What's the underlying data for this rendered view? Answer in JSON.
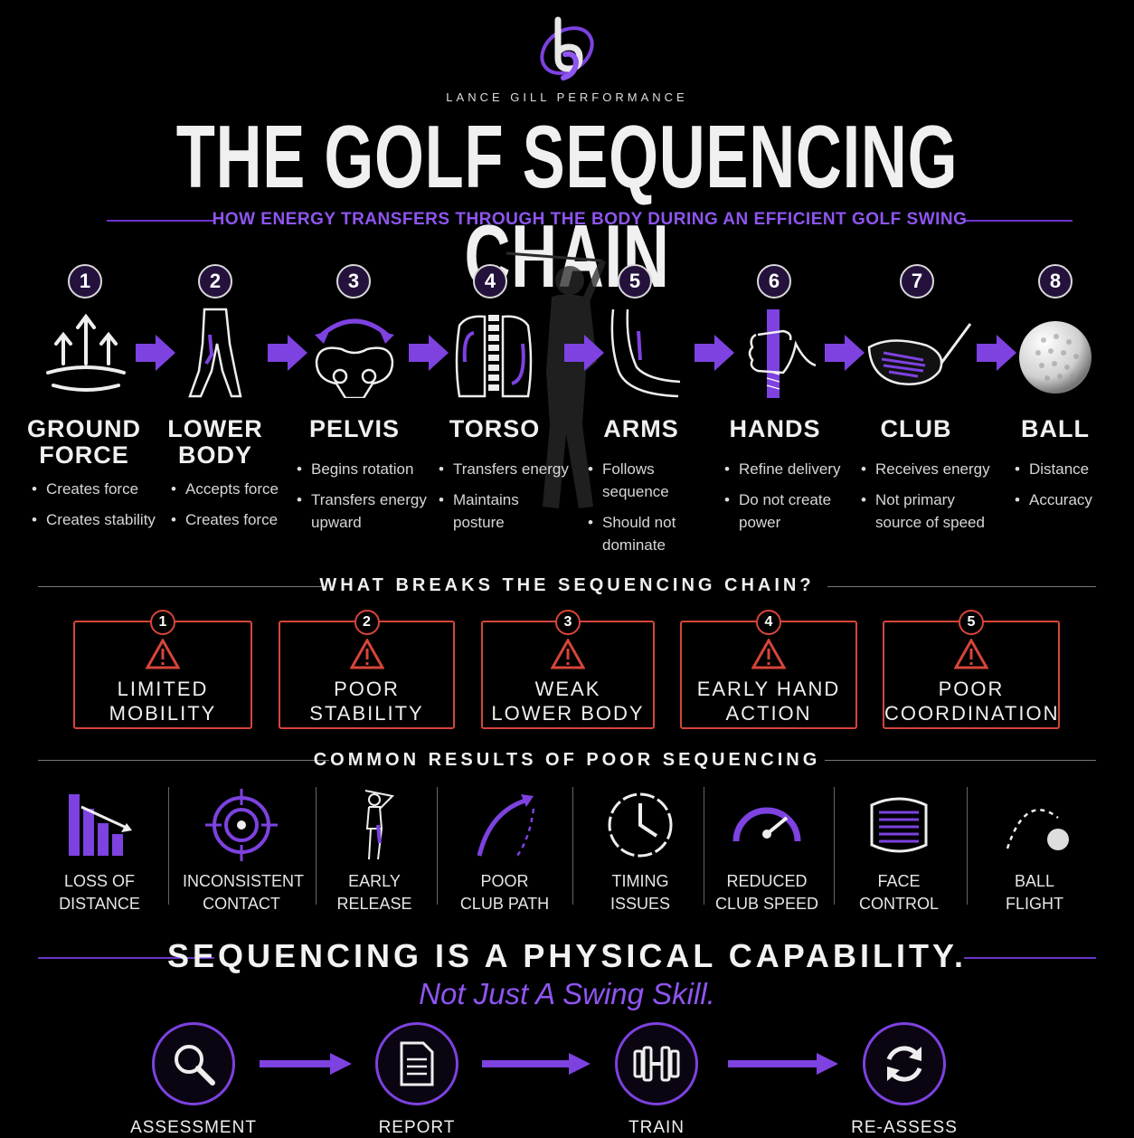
{
  "brand": "LANCE GILL PERFORMANCE",
  "title": "THE GOLF SEQUENCING CHAIN",
  "subtitle": "HOW ENERGY TRANSFERS THROUGH THE BODY DURING AN EFFICIENT GOLF SWING",
  "accent_color": "#7d42e0",
  "warning_color": "#d6453a",
  "steps": [
    {
      "num": "1",
      "title_line1": "GROUND",
      "title_line2": "FORCE",
      "icon": "ground-force-arrows-icon",
      "bullets": [
        "Creates force",
        "Creates stability"
      ]
    },
    {
      "num": "2",
      "title_line1": "LOWER",
      "title_line2": "BODY",
      "icon": "legs-icon",
      "bullets": [
        "Accepts force",
        "Creates force"
      ]
    },
    {
      "num": "3",
      "title_line1": "PELVIS",
      "title_line2": "",
      "icon": "pelvis-rotation-icon",
      "bullets": [
        "Begins rotation",
        "Transfers energy upward"
      ]
    },
    {
      "num": "4",
      "title_line1": "TORSO",
      "title_line2": "",
      "icon": "spine-rotation-icon",
      "bullets": [
        "Transfers energy",
        "Maintains posture"
      ]
    },
    {
      "num": "5",
      "title_line1": "ARMS",
      "title_line2": "",
      "icon": "arm-icon",
      "bullets": [
        "Follows sequence",
        "Should not dominate"
      ]
    },
    {
      "num": "6",
      "title_line1": "HANDS",
      "title_line2": "",
      "icon": "hand-grip-icon",
      "bullets": [
        "Refine delivery",
        "Do not create power"
      ]
    },
    {
      "num": "7",
      "title_line1": "CLUB",
      "title_line2": "",
      "icon": "driver-club-icon",
      "bullets": [
        "Receives energy",
        "Not primary source of speed"
      ]
    },
    {
      "num": "8",
      "title_line1": "BALL",
      "title_line2": "",
      "icon": "golf-ball-icon",
      "bullets": [
        "Distance",
        "Accuracy"
      ]
    }
  ],
  "breaks_heading": "WHAT BREAKS THE SEQUENCING CHAIN?",
  "breaks": [
    {
      "num": "1",
      "line1": "LIMITED",
      "line2": "MOBILITY"
    },
    {
      "num": "2",
      "line1": "POOR",
      "line2": "STABILITY"
    },
    {
      "num": "3",
      "line1": "WEAK",
      "line2": "LOWER BODY"
    },
    {
      "num": "4",
      "line1": "EARLY HAND",
      "line2": "ACTION"
    },
    {
      "num": "5",
      "line1": "POOR",
      "line2": "COORDINATION"
    }
  ],
  "results_heading": "COMMON RESULTS OF POOR SEQUENCING",
  "results": [
    {
      "line1": "LOSS OF",
      "line2": "DISTANCE",
      "icon": "declining-bars-icon"
    },
    {
      "line1": "INCONSISTENT",
      "line2": "CONTACT",
      "icon": "target-icon"
    },
    {
      "line1": "EARLY",
      "line2": "RELEASE",
      "icon": "golfer-icon"
    },
    {
      "line1": "POOR",
      "line2": "CLUB PATH",
      "icon": "curved-path-arrow-icon"
    },
    {
      "line1": "TIMING",
      "line2": "ISSUES",
      "icon": "clock-icon"
    },
    {
      "line1": "REDUCED",
      "line2": "CLUB SPEED",
      "icon": "speedometer-icon"
    },
    {
      "line1": "FACE",
      "line2": "CONTROL",
      "icon": "club-face-icon"
    },
    {
      "line1": "BALL",
      "line2": "FLIGHT",
      "icon": "ball-flight-icon"
    }
  ],
  "tagline": "SEQUENCING IS A PHYSICAL CAPABILITY.",
  "tagline_sub": "Not Just A Swing Skill.",
  "process": [
    {
      "label": "ASSESSMENT",
      "icon": "magnifier-icon"
    },
    {
      "label": "REPORT",
      "icon": "document-icon"
    },
    {
      "label": "TRAIN",
      "icon": "dumbbell-icon"
    },
    {
      "label": "RE-ASSESS",
      "icon": "refresh-icon"
    }
  ]
}
